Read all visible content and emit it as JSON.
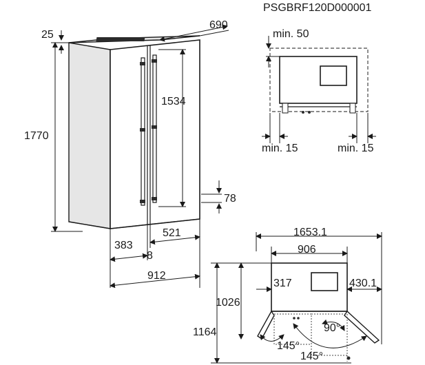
{
  "header": {
    "model_code": "PSGBRF120D000001"
  },
  "front_view": {
    "height_total": "1770",
    "top_offset": "25",
    "depth": "690",
    "door_handle_height": "1534",
    "bottom_clearance": "78",
    "width_left": "383",
    "width_right": "521",
    "gap": "8",
    "width_total": "912"
  },
  "clearance_view": {
    "top_clearance": "min. 50",
    "side_left": "min. 15",
    "side_right": "min. 15"
  },
  "plan_view": {
    "overall_width": "1653.1",
    "cabinet_width": "906",
    "left_swing": "317",
    "right_swing": "430.1",
    "depth_closed": "1026",
    "depth_open": "1164",
    "angle_left": "145°",
    "angle_right": "90°",
    "angle_bottom": "145°"
  }
}
